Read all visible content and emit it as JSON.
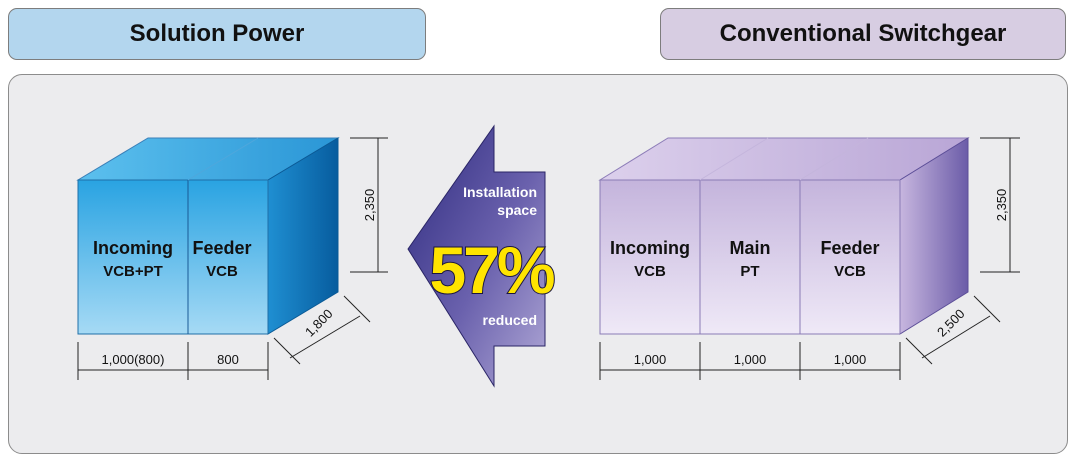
{
  "headers": {
    "left": "Solution Power",
    "right": "Conventional Switchgear"
  },
  "solution": {
    "panels": [
      {
        "name": "Incoming",
        "sub": "VCB+PT"
      },
      {
        "name": "Feeder",
        "sub": "VCB"
      }
    ],
    "widths": [
      "1,000(800)",
      "800"
    ],
    "height": "2,350",
    "depth": "1,800"
  },
  "arrow": {
    "line1": "Installation",
    "line2": "space",
    "percent": "57%",
    "line3": "reduced"
  },
  "conventional": {
    "panels": [
      {
        "name": "Incoming",
        "sub": "VCB"
      },
      {
        "name": "Main",
        "sub": "PT"
      },
      {
        "name": "Feeder",
        "sub": "VCB"
      }
    ],
    "widths": [
      "1,000",
      "1,000",
      "1,000"
    ],
    "height": "2,350",
    "depth": "2,500"
  },
  "colors": {
    "left_header": "#b3d6ee",
    "right_header": "#d7cde2",
    "blue_box": "#3aa6e0",
    "purple_box": "#cdbfe0",
    "arrow": "#4a3f9a",
    "percent": "#ffe400"
  }
}
